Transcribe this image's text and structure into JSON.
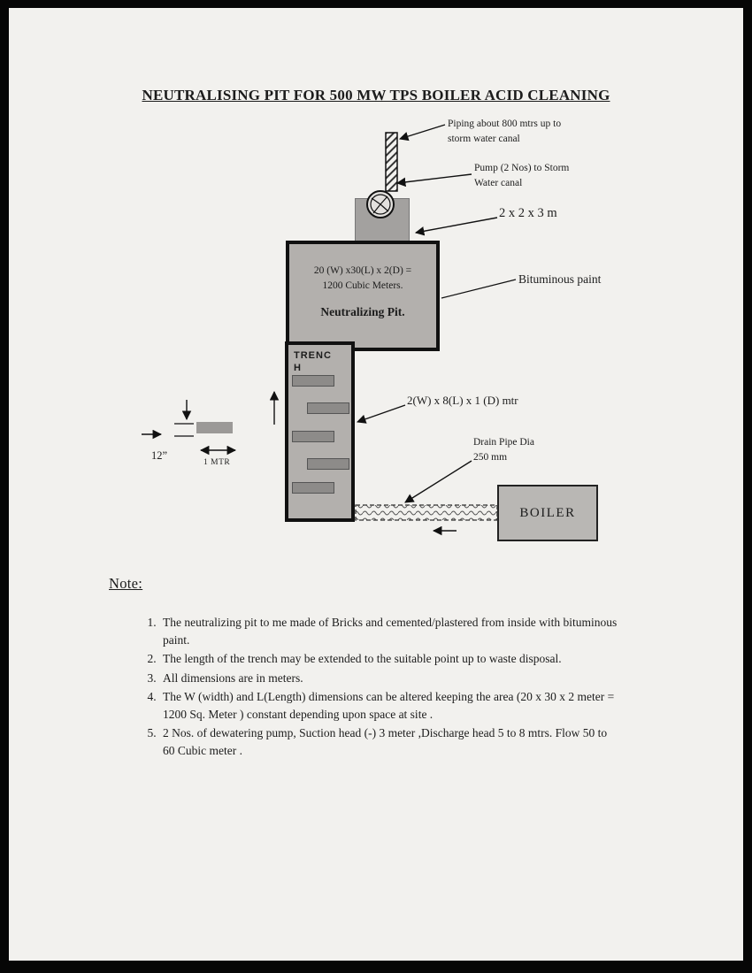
{
  "page": {
    "title": "NEUTRALISING PIT FOR 500 MW TPS BOILER ACID CLEANING"
  },
  "colors": {
    "page_bg": "#f2f1ee",
    "ink": "#1c1c1c",
    "box_fill": "#b3b0ad",
    "baffle_fill": "#8d8b89",
    "housing_fill": "#a3a19f",
    "boiler_fill": "#b9b7b4"
  },
  "diagram": {
    "piping_label": "Piping about 800 mtrs up to\nstorm water canal",
    "pump_label": "Pump (2 Nos)  to Storm\nWater canal",
    "pump_box_dim": "2 x 2 x 3 m",
    "pit_formula": "20 (W) x30(L) x 2(D) =\n1200 Cubic Meters.",
    "pit_name": "Neutralizing Pit.",
    "bituminous_label": "Bituminous paint",
    "trench_label": "TRENC\nH",
    "trench_dim": "2(W) x 8(L) x 1 (D) mtr",
    "drain_label": "Drain Pipe Dia\n250 mm",
    "boiler_label": "BOILER",
    "dim_12in": "12”",
    "dim_1mtr": "1 MTR"
  },
  "notes": {
    "heading": "Note:",
    "items": [
      "The neutralizing pit to me made of Bricks and cemented/plastered from inside with bituminous paint.",
      "The length of the trench may be extended to the suitable point up to waste disposal.",
      "All dimensions are in meters.",
      "The W (width) and  L(Length) dimensions can be altered keeping the area (20 x 30 x 2 meter = 1200 Sq. Meter ) constant depending upon space at site .",
      "2 Nos. of dewatering pump, Suction head (-)  3 meter ,Discharge head  5 to 8 mtrs. Flow  50  to 60 Cubic meter ."
    ]
  }
}
